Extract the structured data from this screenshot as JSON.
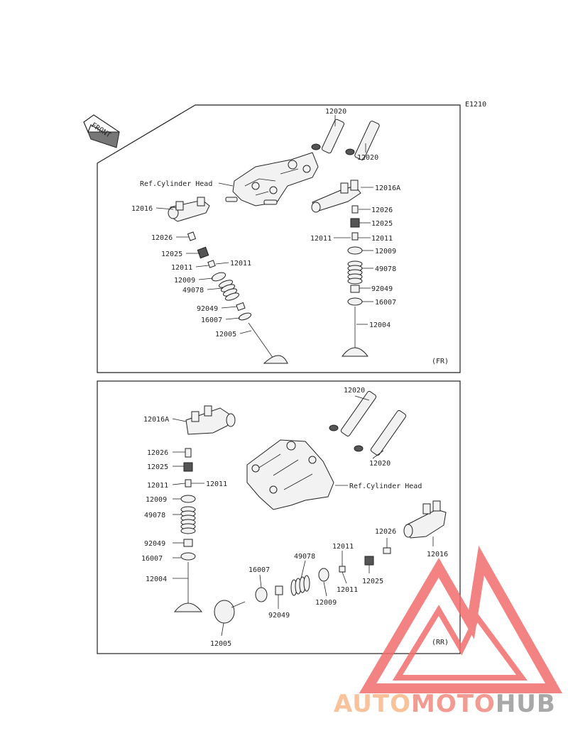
{
  "diagram_code": "E1210",
  "front_label": "FRONT",
  "top_section": {
    "tag": "(FR)",
    "cylinder_head_label": "Ref.Cylinder Head",
    "parts": [
      "12020",
      "12020",
      "12016A",
      "12016",
      "12026",
      "12025",
      "12011",
      "12011",
      "12009",
      "49078",
      "92049",
      "16007",
      "12005",
      "12026",
      "12025",
      "12011",
      "12011",
      "12009",
      "49078",
      "92049",
      "16007",
      "12004"
    ]
  },
  "bottom_section": {
    "tag": "(RR)",
    "cylinder_head_label": "Ref.Cylinder Head",
    "parts": [
      "12020",
      "12020",
      "12016A",
      "12026",
      "12025",
      "12011",
      "12011",
      "12009",
      "49078",
      "92049",
      "16007",
      "12004",
      "12026",
      "12016",
      "12011",
      "12025",
      "12011",
      "49078",
      "16007",
      "12009",
      "92049",
      "12005"
    ]
  },
  "watermark": {
    "part1": "AUTO",
    "part2": "MOTO",
    "part3": "HUB",
    "color1": "#f7b88a",
    "color2": "#f08a80",
    "color3": "#9a9a9a",
    "logo_color": "#f26d6d"
  }
}
